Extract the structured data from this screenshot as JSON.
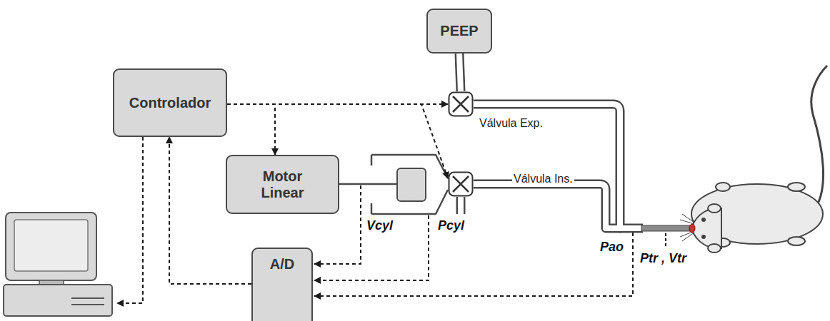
{
  "diagram": {
    "nodes": [
      {
        "text": [
          "PEEP"
        ]
      },
      {
        "text": [
          "Controlador"
        ]
      },
      {
        "text": [
          "Válvula Exp."
        ]
      },
      {
        "text": [
          "Motor Linear"
        ]
      },
      {
        "text": [
          "Válvula Ins."
        ]
      },
      {
        "text": [
          "A/D"
        ]
      }
    ],
    "edges": [
      {
        "from": 1,
        "to": 2,
        "arrow": "to"
      },
      {
        "from": 1,
        "to": 3,
        "arrow": "to"
      },
      {
        "from": 1,
        "to": 4,
        "arrow": "to"
      },
      {
        "from": 5,
        "to": 1,
        "arrow": "to"
      },
      {
        "from": 0,
        "to": 2,
        "arrow": "none"
      }
    ],
    "labels": [
      "Vcyl",
      "Pcyl",
      "Pao",
      "Ptr , Vtr"
    ]
  }
}
